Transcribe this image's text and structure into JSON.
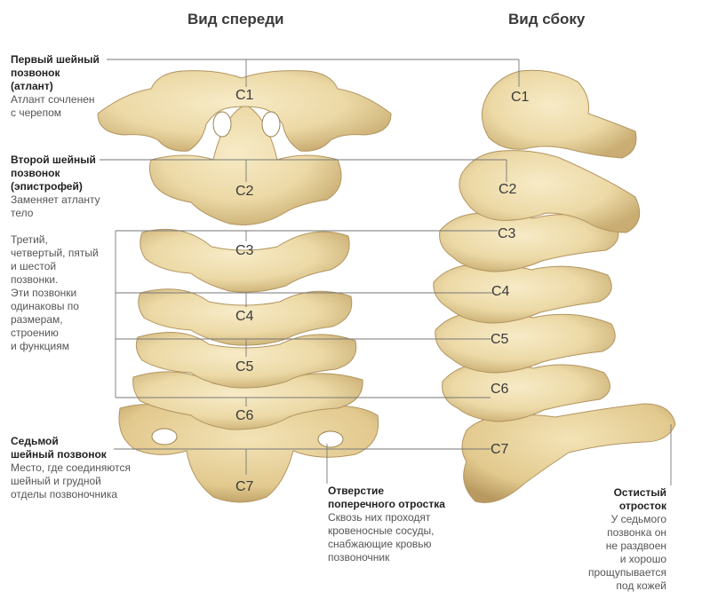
{
  "titles": {
    "front": "Вид спереди",
    "side": "Вид сбоку"
  },
  "vertebrae": [
    "C1",
    "C2",
    "C3",
    "C4",
    "C5",
    "C6",
    "C7"
  ],
  "labels": {
    "first": {
      "heading": [
        "Первый шейный",
        "позвонок",
        "(атлант)"
      ],
      "text": [
        "Атлант сочленен",
        "с черепом"
      ]
    },
    "second": {
      "heading": [
        "Второй шейный",
        "позвонок",
        "(эпистрофей)"
      ],
      "text": [
        "Заменяет атланту",
        "тело"
      ]
    },
    "middle": {
      "text": [
        "Третий,",
        "четвертый, пятый",
        "и шестой",
        "позвонки.",
        "Эти позвонки",
        "одинаковы по",
        "размерам,",
        "строению",
        "и функциям"
      ]
    },
    "seventh": {
      "heading": [
        "Седьмой",
        "шейный позвонок"
      ],
      "text": [
        "Место, где соединяются",
        "шейный и грудной",
        "отделы позвоночника"
      ]
    },
    "foramen": {
      "heading": [
        "Отверстие",
        "поперечного отростка"
      ],
      "text": [
        "Сквозь них проходят",
        "кровеносные сосуды,",
        "снабжающие кровью",
        "позвоночник"
      ]
    },
    "spinous": {
      "heading": [
        "Остистый",
        "отросток"
      ],
      "text": [
        "У седьмого",
        "позвонка он",
        "не раздвоен",
        "и хорошо",
        "прощупывается",
        "под кожей"
      ]
    }
  },
  "colors": {
    "bone": "#ecd9a6",
    "bone_shadow": "#c9ad72",
    "bone_dark": "#9c8350",
    "line": "#666666"
  }
}
